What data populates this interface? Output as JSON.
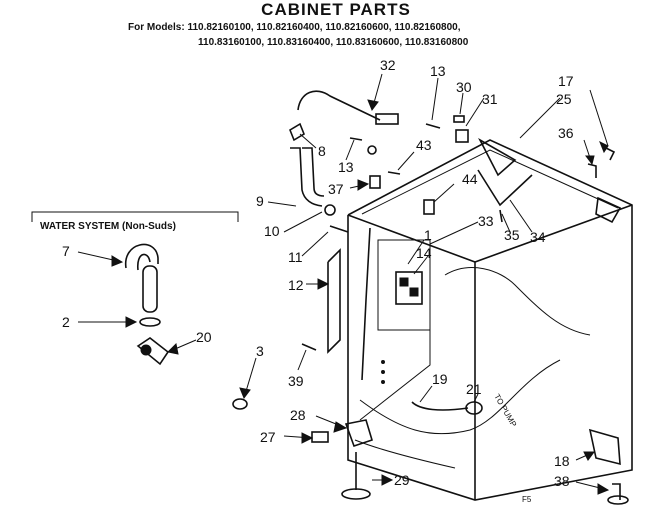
{
  "header": {
    "title": "CABINET PARTS",
    "models_line1": "For Models: 110.82160100, 110.82160400, 110.82160600, 110.82160800,",
    "models_line2": "110.83160100, 110.83160400, 110.83160600, 110.83160800"
  },
  "inset": {
    "label": "WATER SYSTEM (Non-Suds)"
  },
  "callouts": {
    "c32": "32",
    "c13a": "13",
    "c30": "30",
    "c31": "31",
    "c17": "17",
    "c25": "25",
    "c8": "8",
    "c13b": "13",
    "c43": "43",
    "c36": "36",
    "c9": "9",
    "c37": "37",
    "c44": "44",
    "c10": "10",
    "c33": "33",
    "c35": "35",
    "c34": "34",
    "c11": "11",
    "c1": "1",
    "c14": "14",
    "c7": "7",
    "c12": "12",
    "c2": "2",
    "c20": "20",
    "c3": "3",
    "c39": "39",
    "c19": "19",
    "c21": "21",
    "c28": "28",
    "c27": "27",
    "c18": "18",
    "c29": "29",
    "c38": "38"
  },
  "annotations": {
    "to_pump": "TO PUMP",
    "footer_code": "F5"
  }
}
